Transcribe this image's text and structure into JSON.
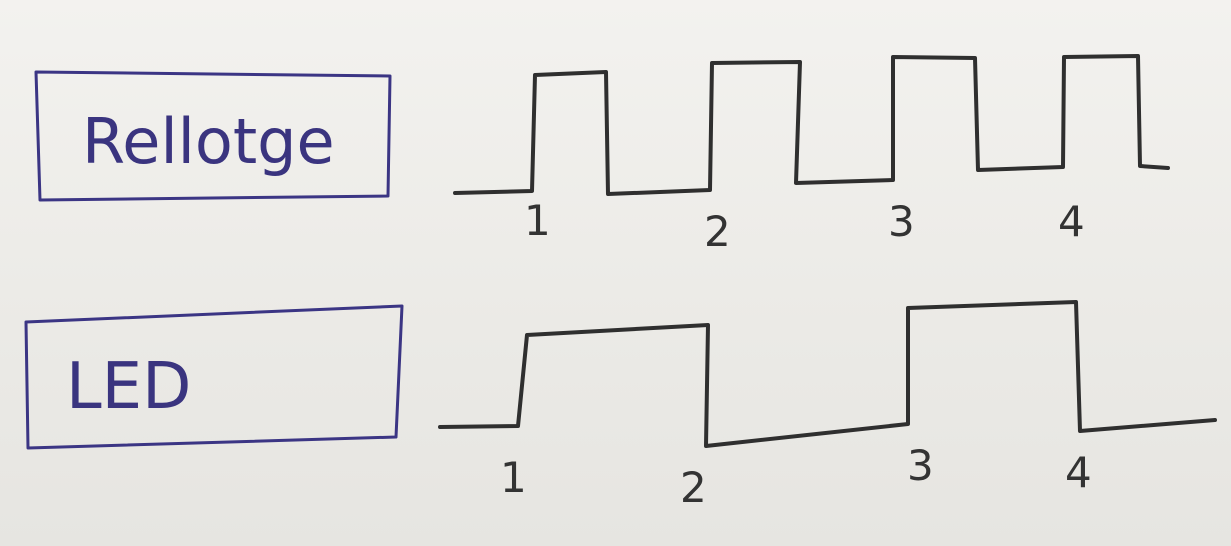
{
  "clock": {
    "label": "Rellotge",
    "ticks": [
      "1",
      "2",
      "3",
      "4"
    ],
    "levels": [
      0,
      1,
      0,
      1,
      0,
      1,
      0,
      1,
      0
    ]
  },
  "led": {
    "label": "LED",
    "ticks": [
      "1",
      "2",
      "3",
      "4"
    ],
    "levels": [
      0,
      1,
      0,
      1,
      0
    ]
  },
  "colors": {
    "ink_blue": "#3b3584",
    "ink_black": "#2f2f2f"
  }
}
